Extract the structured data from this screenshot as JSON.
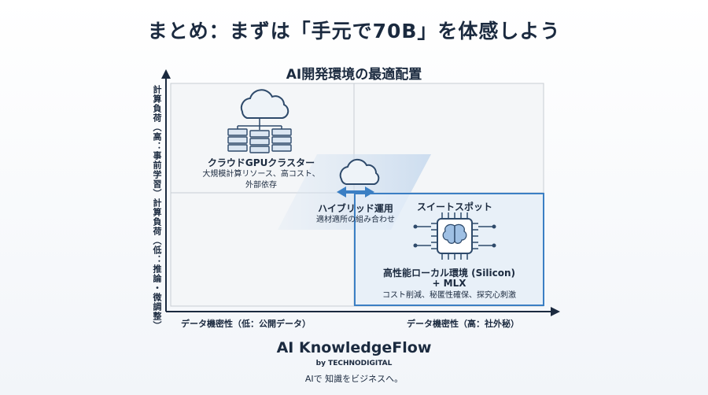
{
  "title": "まとめ：まずは「手元で70B」を体感しよう",
  "diagram": {
    "title": "AI開発環境の最適配置",
    "y_axis_upper": "計算負荷（高：事前学習）",
    "y_axis_lower": "計算負荷（低：推論・微調整）",
    "x_axis_left": "データ機密性（低：公開データ）",
    "x_axis_right": "データ機密性（高：社外秘）",
    "cloud": {
      "title": "クラウドGPUクラスター",
      "line1": "大規模計算リソース、高コスト、",
      "line2": "外部依存",
      "icon": "cloud-server-icon"
    },
    "hybrid": {
      "title": "ハイブリッド運用",
      "subtitle": "適材適所の組み合わせ",
      "icon": "cloud-arrows-icon"
    },
    "sweet_spot": {
      "label": "スイートスポット",
      "title": "高性能ローカル環境 (Silicon)",
      "title2": "+ MLX",
      "subtitle": "コスト削減、秘匿性確保、探究心刺激",
      "icon": "brain-chip-icon"
    },
    "colors": {
      "accent": "#3b7fc4",
      "navy": "#1b2a3f",
      "highlight": "#e4eef8"
    }
  },
  "footer": {
    "brand": "AI KnowledgeFlow",
    "by": "by TECHNODIGITAL",
    "tagline": "AIで 知識をビジネスへ。"
  }
}
